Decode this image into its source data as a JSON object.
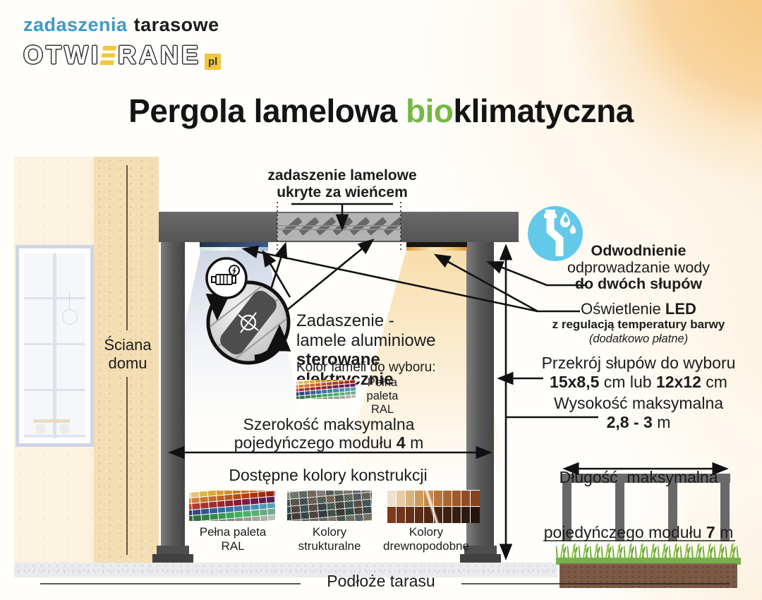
{
  "brand": {
    "line1_blue": "zadaszenia",
    "line1_dark": "tarasowe",
    "wordmark_left": "OTWI",
    "wordmark_right": "RANE",
    "tld": "pl"
  },
  "title": {
    "prefix": "Pergola lamelowa ",
    "highlight": "bio",
    "suffix": "klimatyczna"
  },
  "diagram": {
    "roof_label_line1": "zadaszenie lamelowe",
    "roof_label_line2": "ukryte za wieńcem",
    "wall_label_line1": "Ściana",
    "wall_label_line2": "domu",
    "ground_label": "Podłoże tarasu"
  },
  "callouts": {
    "drainage": {
      "title": "Odwodnienie",
      "line2": "odprowadzanie wody",
      "line3": "do dwóch słupów"
    },
    "led": {
      "line1_regular": "Oświetlenie ",
      "line1_bold": "LED",
      "line2": "z regulacją temperatury barwy",
      "line3": "(dodatkowo płatne)"
    },
    "posts_section": {
      "line1": "Przekrój słupów do wyboru",
      "value1": "15x8,5",
      "mid": " cm lub ",
      "value2": "12x12",
      "unit": " cm"
    },
    "height": {
      "line1": "Wysokość maksymalna",
      "value": "2,8 - 3",
      "unit": " m"
    },
    "length": {
      "line1": "Długość  maksymalna",
      "line2_pre": "pojedyńczego modułu ",
      "value": "7",
      "unit": " m"
    },
    "width": {
      "line1": "Szerokość maksymalna",
      "line2_pre": "pojedyńczego modułu ",
      "value": "4",
      "unit": " m"
    },
    "lamels": {
      "line1": "Zadaszenie -",
      "line2": "lamele aluminiowe",
      "line3": "sterowane elektrycznie",
      "color_label": "Kolor lameli do wyboru:",
      "palette_label_line1": "Pełna paleta",
      "palette_label_line2": "RAL"
    }
  },
  "colors_section": {
    "title": "Dostępne kolory konstrukcji",
    "palettes": [
      {
        "label_line1": "Pełna paleta",
        "label_line2": "RAL"
      },
      {
        "label_line1": "Kolory",
        "label_line2": "strukturalne"
      },
      {
        "label_line1": "Kolory",
        "label_line2": "drewnopodobne"
      }
    ]
  },
  "palette_colors": {
    "ral": [
      [
        "#e7cfa0",
        "#e3c277",
        "#ddb54e",
        "#d8a93c",
        "#d49c2f",
        "#cf8f28",
        "#c98222",
        "#c3751e",
        "#bd681a",
        "#b65c17",
        "#a95114",
        "#9c4612"
      ],
      [
        "#d08a4a",
        "#cd7f3a",
        "#c97430",
        "#c46a28",
        "#bf5f22",
        "#b9541d",
        "#b24919",
        "#ab3f15",
        "#a43612",
        "#9c2d10",
        "#942610",
        "#8c1f10"
      ],
      [
        "#b8432f",
        "#b03a2c",
        "#a8322a",
        "#a02b2a",
        "#97252c",
        "#8e2031",
        "#851d38",
        "#7b1b40",
        "#711a48",
        "#671a50",
        "#5d1b57",
        "#531c5e"
      ],
      [
        "#2f3f7a",
        "#314a86",
        "#335490",
        "#355e98",
        "#38689f",
        "#3b72a5",
        "#3f7caa",
        "#4386ae",
        "#4890b1",
        "#4e9ab3",
        "#55a3b4",
        "#5cacb4"
      ],
      [
        "#2e6b3a",
        "#2f7340",
        "#318046",
        "#348c4c",
        "#379852",
        "#3ba458",
        "#40b05e",
        "#4dae6b",
        "#5aac77",
        "#67a983",
        "#74a78e",
        "#81a499"
      ],
      [
        "#4a4f45",
        "#555a50",
        "#60655b",
        "#6b7066",
        "#767b71",
        "#81867c",
        "#8c9187",
        "#979c92",
        "#a2a79d",
        "#adb2a8",
        "#b8bdb3",
        "#c3c8be"
      ]
    ],
    "structural": [
      [
        "#8a8d84",
        "#6f7a6e",
        "#5d6b63",
        "#77685a",
        "#8f8376",
        "#4e5a55",
        "#6b6f62",
        "#83776a",
        "#59656b",
        "#726c5e",
        "#616c60"
      ],
      [
        "#435248",
        "#56504a",
        "#3e4a50",
        "#6a5f50",
        "#4f5b4d",
        "#715f4e",
        "#3c4842",
        "#5c6456",
        "#4a5560",
        "#665e52",
        "#50584a"
      ],
      [
        "#2e4a3e",
        "#503f35",
        "#35514b",
        "#59493c",
        "#2f3e46",
        "#4a5a48",
        "#3d3a33",
        "#2f5246",
        "#54443a",
        "#3a4e55",
        "#45503e"
      ],
      [
        "#1e3a32",
        "#42342c",
        "#27433d",
        "#4a3b30",
        "#253239",
        "#3a4a3a",
        "#302e28",
        "#24443a",
        "#443730",
        "#2e4046",
        "#374230"
      ],
      [
        "#59675c",
        "#79705f",
        "#4c5a62",
        "#6d6456",
        "#5e6e58",
        "#857664",
        "#46524c",
        "#687262",
        "#556066",
        "#7a6f5c",
        "#5c664f"
      ]
    ],
    "wood": [
      [
        "#efe0cb",
        "#e5cba4",
        "#d9b27f",
        "#cd9a5f",
        "#c28749",
        "#b5763b",
        "#a96731",
        "#9d5a2a",
        "#914e24",
        "#85431f"
      ],
      [
        "#7b3a1b",
        "#70351a",
        "#653019",
        "#5b2c17",
        "#512816",
        "#472414",
        "#3e2013",
        "#351d11",
        "#2c190f",
        "#24160d"
      ]
    ]
  },
  "theme": {
    "accent_blue": "#3e9ac9",
    "accent_green": "#74b843",
    "accent_yellow": "#f0c83e",
    "drain_blue": "#62c9e9",
    "structure_gray": "#5d5d5d",
    "wall_tan": "#f3ddb2",
    "warm_light": "#f8dca8",
    "cool_light": "#cbd4e3"
  }
}
